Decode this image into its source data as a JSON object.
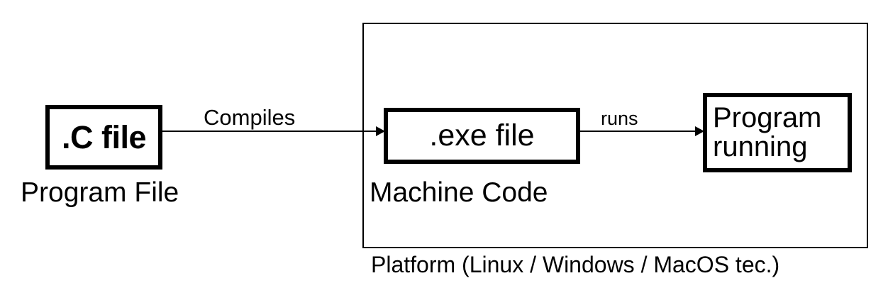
{
  "diagram": {
    "title_semantics": "C program compilation and execution flow",
    "platform_container": {
      "caption": "Platform (Linux / Windows / MacOS tec.)"
    },
    "nodes": [
      {
        "id": "c-file",
        "label": ".C file",
        "caption": "Program File"
      },
      {
        "id": "exe-file",
        "label": ".exe file",
        "caption": "Machine Code"
      },
      {
        "id": "program-running",
        "label": "Program\nrunning",
        "caption": ""
      }
    ],
    "edges": [
      {
        "id": "compiles",
        "label": "Compiles",
        "from": "c-file",
        "to": "exe-file"
      },
      {
        "id": "runs",
        "label": "runs",
        "from": "exe-file",
        "to": "program-running"
      }
    ],
    "colors": {
      "background": "#ffffff",
      "stroke": "#000000",
      "text": "#000000"
    }
  }
}
